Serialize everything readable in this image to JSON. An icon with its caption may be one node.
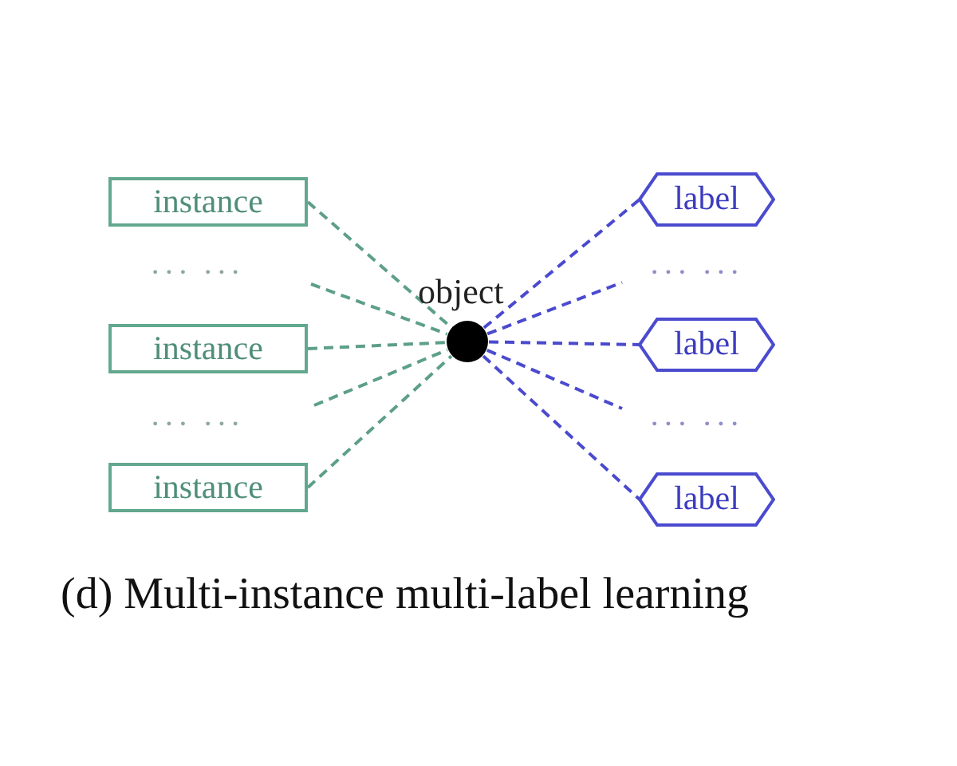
{
  "diagram": {
    "caption": "(d) Multi-instance multi-label learning",
    "nodes": [
      {
        "text": [
          "instance"
        ]
      },
      {
        "text": [
          "instance"
        ]
      },
      {
        "text": [
          "instance"
        ]
      },
      {
        "text": [],
        "shape": "circle",
        "beside": [
          "object"
        ]
      },
      {
        "text": [
          "label"
        ]
      },
      {
        "text": [
          "label"
        ]
      },
      {
        "text": [
          "label"
        ]
      }
    ],
    "edges": [
      {
        "from": 0,
        "to": 3,
        "arrow": "none",
        "style": "dashed",
        "color": "#5d9f87"
      },
      {
        "from": null,
        "to": 3,
        "arrow": "none",
        "style": "dashed",
        "color": "#5d9f87"
      },
      {
        "from": 1,
        "to": 3,
        "arrow": "none",
        "style": "dashed",
        "color": "#5d9f87"
      },
      {
        "from": null,
        "to": 3,
        "arrow": "none",
        "style": "dashed",
        "color": "#5d9f87"
      },
      {
        "from": 2,
        "to": 3,
        "arrow": "none",
        "style": "dashed",
        "color": "#5d9f87"
      },
      {
        "from": 3,
        "to": 4,
        "arrow": "none",
        "style": "dashed",
        "color": "#4a4acf"
      },
      {
        "from": 3,
        "to": null,
        "arrow": "none",
        "style": "dashed",
        "color": "#4a4acf"
      },
      {
        "from": 3,
        "to": 5,
        "arrow": "none",
        "style": "dashed",
        "color": "#4a4acf"
      },
      {
        "from": 3,
        "to": null,
        "arrow": "none",
        "style": "dashed",
        "color": "#4a4acf"
      },
      {
        "from": 3,
        "to": 6,
        "arrow": "none",
        "style": "dashed",
        "color": "#4a4acf"
      }
    ],
    "labels": [
      "··· ···",
      "··· ···",
      "··· ···",
      "··· ···"
    ]
  }
}
